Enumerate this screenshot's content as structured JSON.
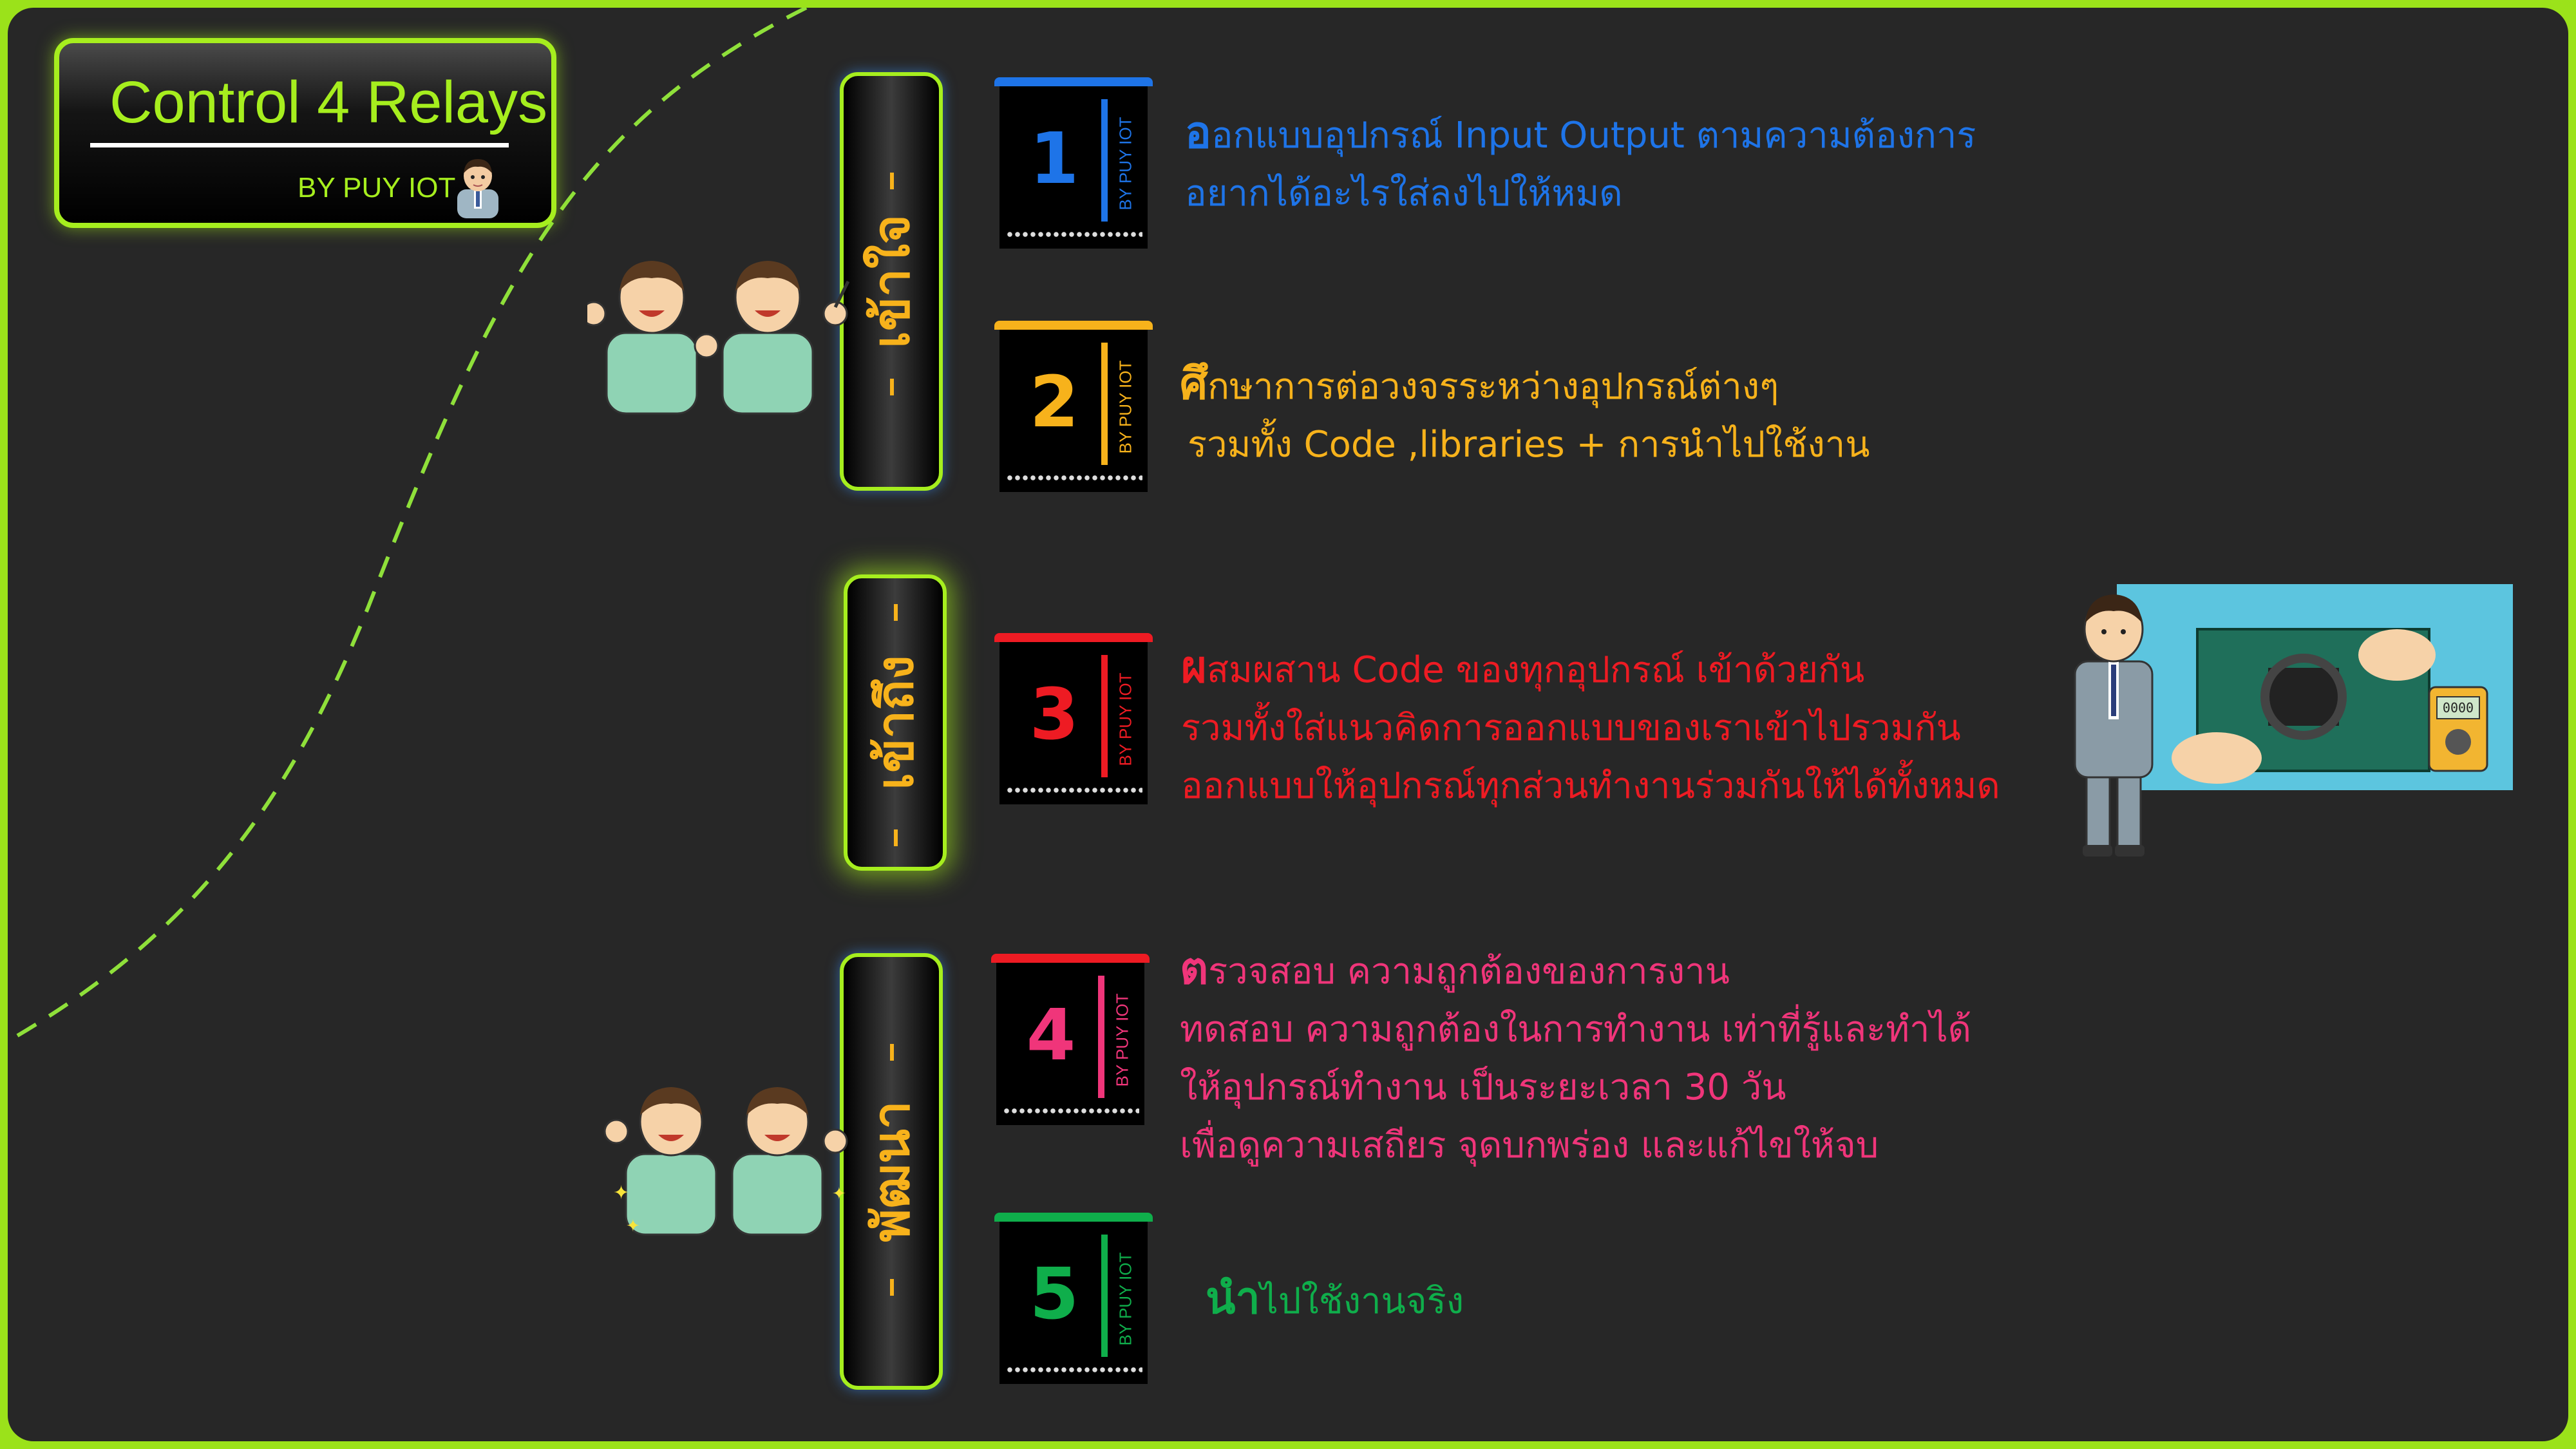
{
  "title": {
    "main": "Control 4 Relays",
    "byline": "BY PUY IOT"
  },
  "stages": [
    {
      "label": "เข้าใจ"
    },
    {
      "label": "เข้าถึง"
    },
    {
      "label": "พัฒนา"
    }
  ],
  "steps": [
    {
      "number": "1",
      "watermark": "BY PUY IOT",
      "color": "#1e74e8",
      "lead": "อ",
      "line1_rest": "อกแบบอุปกรณ์ Input Output ตามความต้องการ",
      "line2": "อยากได้อะไรใส่ลงไปให้หมด"
    },
    {
      "number": "2",
      "watermark": "BY PUY IOT",
      "color": "#f7b21b",
      "lead": "ศึ",
      "line1_rest": "กษาการต่อวงจรระหว่างอุปกรณ์ต่างๆ",
      "line2": "รวมทั้ง Code ,libraries + การนำไปใช้งาน"
    },
    {
      "number": "3",
      "watermark": "BY PUY IOT",
      "color": "#ee1b23",
      "lead": "ผ",
      "line1_rest": "สมผสาน Code ของทุกอุปกรณ์ เข้าด้วยกัน",
      "line2": "รวมทั้งใส่แนวคิดการออกแบบของเราเข้าไปรวมกัน",
      "line3": "ออกแบบให้อุปกรณ์ทุกส่วนทำงานร่วมกันให้ได้ทั้งหมด"
    },
    {
      "number": "4",
      "watermark": "BY PUY IOT",
      "color": "#f0357a",
      "lead": "ต",
      "line1_rest": "รวจสอบ ความถูกต้องของการงาน",
      "line2": "ทดสอบ ความถูกต้องในการทำงาน เท่าที่รู้และทำได้",
      "line3": "ให้อุปกรณ์ทำงาน เป็นระยะเวลา 30 วัน",
      "line4": "เพื่อดูความเสถียร จุดบกพร่อง  และแก้ไขให้จบ"
    },
    {
      "number": "5",
      "watermark": "BY PUY IOT",
      "color": "#0fae4b",
      "lead": "นำ",
      "line1_rest": "ไปใช้งานจริง"
    }
  ],
  "illustration": {
    "multimeter_display": "0000"
  }
}
